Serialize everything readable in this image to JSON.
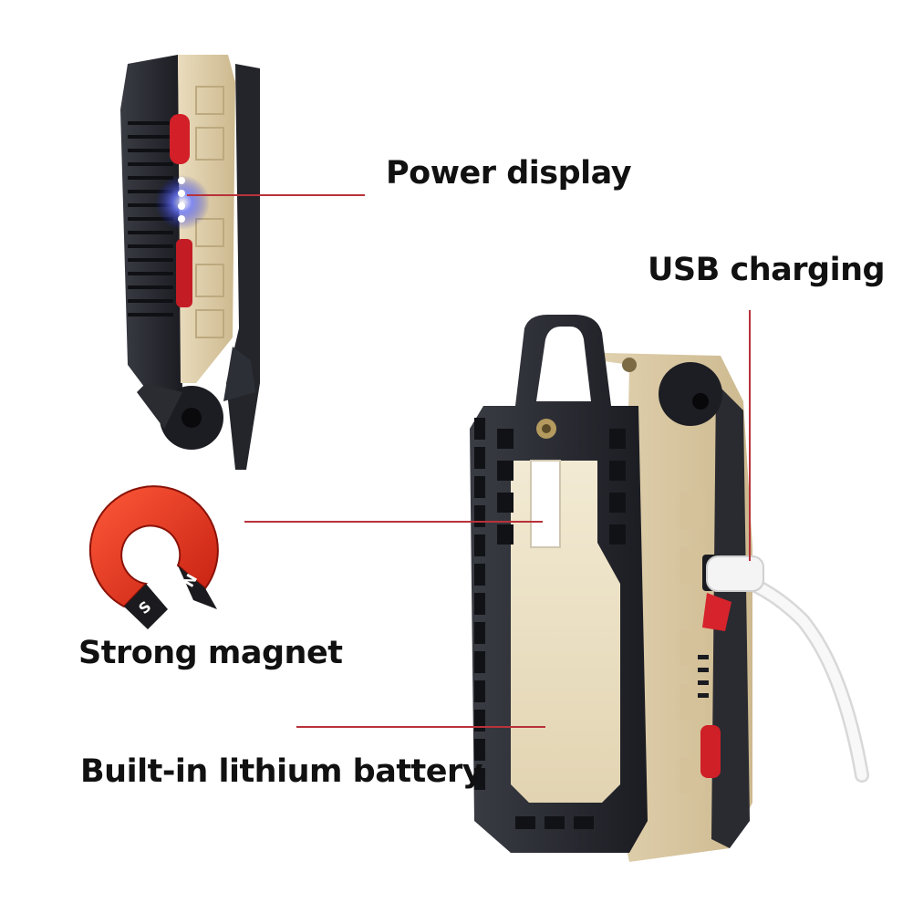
{
  "labels": {
    "power_display": "Power display",
    "usb_charging": "USB charging",
    "strong_magnet": "Strong magnet",
    "battery": "Built-in lithium battery"
  },
  "magnet": {
    "south": "S",
    "north": "N"
  },
  "colors": {
    "leader_line": "#b8323a",
    "body_dark": "#2b2d33",
    "body_tan": "#d9c7a2",
    "accent_red": "#d5202a",
    "led_blue": "#3a48ff",
    "cable": "#f2f2f2"
  }
}
